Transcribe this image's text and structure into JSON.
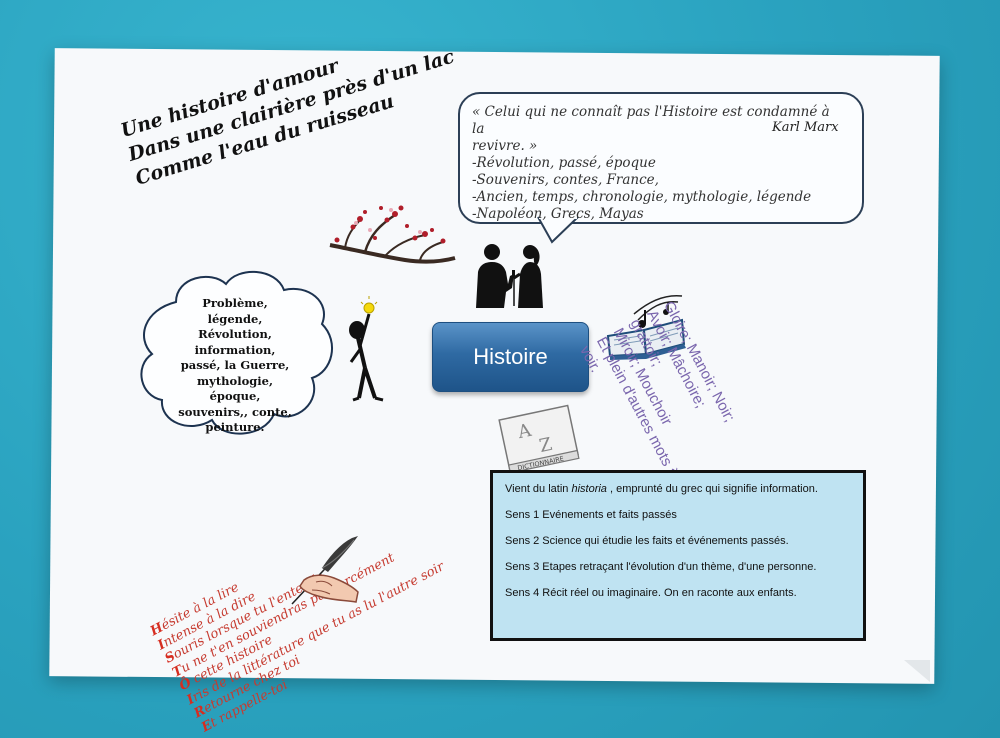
{
  "poem_top": {
    "lines": [
      "Une histoire d'amour",
      "Dans une clairière près d'un lac",
      "Comme l'eau du ruisseau"
    ]
  },
  "quote": {
    "lines": [
      "« Celui qui ne connaît pas l'Histoire est condamné à la",
      "revivre. »",
      "-Révolution, passé, époque",
      "-Souvenirs, contes, France,",
      "-Ancien, temps, chronologie, mythologie, légende",
      "-Napoléon, Grecs, Mayas"
    ],
    "author": "Karl Marx"
  },
  "cloud": {
    "lines": [
      "Problème,",
      "légende,",
      "Révolution,",
      "information,",
      "passé, la Guerre,",
      "mythologie,",
      "époque,",
      "souvenirs,, conte,",
      "peinture."
    ]
  },
  "center_label": "Histoire",
  "rotated_words": {
    "lines": [
      "Gloire; Manoir; Noir;",
      "Avoir; Mâchoire;",
      "grattoir;",
      "Miroir; Mouchoir",
      "Et plein d'autres mots à",
      "voir."
    ]
  },
  "dictionary_label": "DICTIONNAIRE",
  "acrostic": {
    "lines": [
      {
        "first": "H",
        "rest": "ésite à la lire"
      },
      {
        "first": "I",
        "rest": "ntense à la dire"
      },
      {
        "first": "S",
        "rest": "ouris lorsque tu l'entends"
      },
      {
        "first": "T",
        "rest": "u ne t'en souviendras pas forcément"
      },
      {
        "first": "Ô",
        "rest": " cette histoire"
      },
      {
        "first": "I",
        "rest": "ris de la littérature que tu as lu l'autre soir"
      },
      {
        "first": "R",
        "rest": "etourne chez toi"
      },
      {
        "first": "E",
        "rest": "t rappelle-toi"
      }
    ]
  },
  "definition": {
    "intro_prefix": "Vient du latin ",
    "intro_word": "historia",
    "intro_suffix": " , emprunté du grec qui signifie information.",
    "senses": [
      "Sens 1 Evénements et faits passés",
      "Sens 2 Science qui étudie les faits et événements passés.",
      "Sens 3 Etapes retraçant l'évolution d'un thème, d'une personne.",
      "Sens 4 Récit réel ou imaginaire. On en raconte aux enfants."
    ]
  },
  "colors": {
    "background": "#2aa6c3",
    "paper": "#f7f9fb",
    "center_button": "#2f6aa3",
    "definition_box": "#bfe3f2",
    "acrostic_initial": "#d62d20",
    "rotated_words": "#7a66ad"
  }
}
